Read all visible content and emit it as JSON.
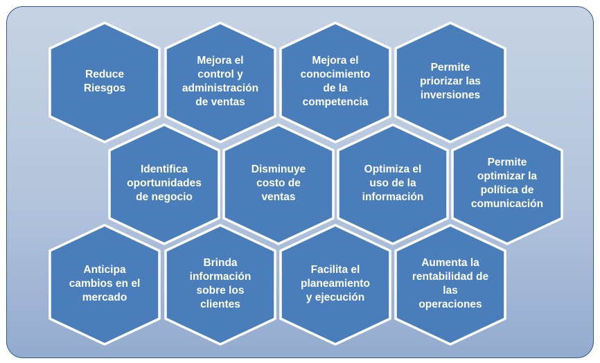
{
  "colors": {
    "hex_fill": "#4a7ebb",
    "hex_stroke": "#ffffff",
    "frame_border": "#2f5a8f"
  },
  "hexagons": [
    {
      "row": 0,
      "col": 0,
      "text": "Reduce\nRiesgos"
    },
    {
      "row": 0,
      "col": 1,
      "text": "Mejora el\ncontrol y\nadministración\nde ventas"
    },
    {
      "row": 0,
      "col": 2,
      "text": "Mejora el\nconocimiento\nde la\ncompetencia"
    },
    {
      "row": 0,
      "col": 3,
      "text": "Permite\npriorizar las\ninversiones"
    },
    {
      "row": 1,
      "col": 0,
      "text": "Identifica\noportunidades\nde negocio"
    },
    {
      "row": 1,
      "col": 1,
      "text": "Disminuye\ncosto de\nventas"
    },
    {
      "row": 1,
      "col": 2,
      "text": "Optimiza el\nuso de la\ninformación"
    },
    {
      "row": 1,
      "col": 3,
      "text": "Permite\noptimizar la\npolítica de\ncomunicación"
    },
    {
      "row": 2,
      "col": 0,
      "text": "Anticipa\ncambios en el\nmercado"
    },
    {
      "row": 2,
      "col": 1,
      "text": "Brinda\ninformación\nsobre los\nclientes"
    },
    {
      "row": 2,
      "col": 2,
      "text": "Facilita el\nplaneamiento\ny ejecución"
    },
    {
      "row": 2,
      "col": 3,
      "text": "Aumenta la\nrentabilidad de\nlas\noperaciones"
    }
  ]
}
